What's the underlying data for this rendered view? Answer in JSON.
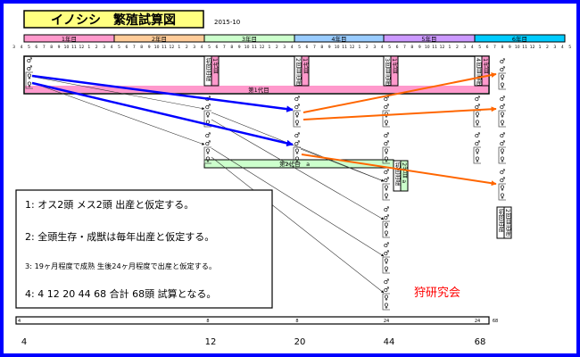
{
  "title": "イノシシ　繁殖試算図",
  "date": "2015-10",
  "years": [
    {
      "label": "1年目",
      "color": "#ff99cc"
    },
    {
      "label": "2年目",
      "color": "#ffcc99"
    },
    {
      "label": "3年目",
      "color": "#ccffcc"
    },
    {
      "label": "4年目",
      "color": "#99ccff"
    },
    {
      "label": "5年目",
      "color": "#cc99ff"
    },
    {
      "label": "6年目",
      "color": "#00ccff"
    }
  ],
  "months": [
    "3",
    "4",
    "5",
    "6",
    "7",
    "8",
    "9",
    "10",
    "11",
    "12",
    "1",
    "2",
    "3",
    "4",
    "5",
    "6",
    "7",
    "8",
    "9",
    "10",
    "11",
    "12",
    "1",
    "2",
    "3",
    "4",
    "5",
    "6",
    "7",
    "8",
    "9",
    "10",
    "11",
    "12",
    "1",
    "2",
    "3",
    "4",
    "5",
    "6",
    "7",
    "8",
    "9",
    "10",
    "11",
    "12",
    "1",
    "2",
    "3",
    "4",
    "5",
    "6",
    "7",
    "8",
    "9",
    "10",
    "11",
    "12",
    "1",
    "2",
    "3",
    "4",
    "5",
    "6",
    "7",
    "8",
    "9",
    "10",
    "11",
    "12",
    "1",
    "2",
    "3",
    "4",
    "5"
  ],
  "generation1": {
    "label": "第1代目",
    "color": "#ff99cc"
  },
  "generation2": {
    "label": "第2代目　a",
    "color": "#ccffcc"
  },
  "birth_labels": {
    "gen1": [
      {
        "birth": "初回出産",
        "gen": "1代目"
      },
      {
        "birth": "2回目出産",
        "gen": "1代目"
      },
      {
        "birth": "3回目出産",
        "gen": "1代目"
      },
      {
        "birth": "4回目出産",
        "gen": "1代目"
      }
    ],
    "gen2": {
      "birth": "初回出産",
      "gen": "2代目 a"
    },
    "right": [
      "初回出産",
      "2回目出産"
    ]
  },
  "symbols": {
    "male": "♂",
    "female": "♀"
  },
  "notes": [
    "1:  オス2頭  メス2頭  出産と仮定する。",
    "2:  全頭生存・成獣は毎年出産と仮定する。",
    "3: 19ヶ月程度で成熟  生後24ヶ月程度で出産と仮定する。",
    "4:  4  12  20  44  68   合計 68頭    試算となる。"
  ],
  "organization": "狩研究会",
  "increments": [
    "4",
    "8",
    "8",
    "24",
    "24",
    "68"
  ],
  "totals": [
    "4",
    "12",
    "20",
    "44",
    "68"
  ],
  "colors": {
    "border": "#0000ff",
    "title_bg": "#ffff80",
    "first_gen_arrow": "#0000ff",
    "second_gen_arrow": "#ff6600",
    "org_text": "#ff0000"
  }
}
